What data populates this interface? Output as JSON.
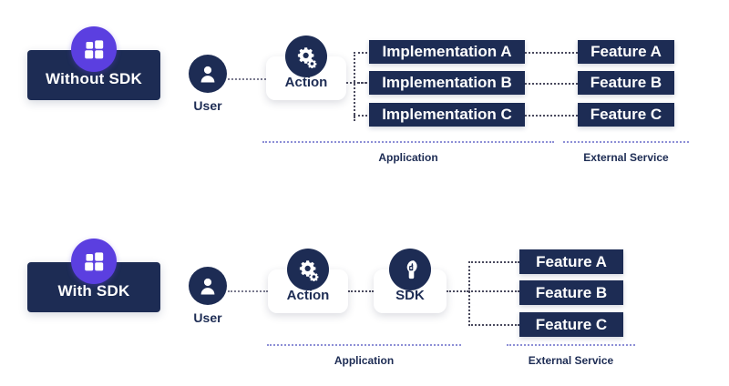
{
  "diagram": {
    "title_hidden": "",
    "colors": {
      "navy": "#1d2c54",
      "purple": "#5b3fe0",
      "white": "#ffffff",
      "dotted_zone": "#8d8fd6",
      "dotted_connector": "#4a4a5e"
    }
  },
  "sections": [
    {
      "id": "without-sdk",
      "banner_label": "Without SDK",
      "banner_icon": "grid-icon",
      "actor": {
        "label": "User",
        "icon": "user-icon"
      },
      "nodes": [
        {
          "id": "action",
          "label": "Action",
          "icon": "gears-icon"
        }
      ],
      "implementations": [
        "Implementation A",
        "Implementation B",
        "Implementation C"
      ],
      "features": [
        "Feature A",
        "Feature B",
        "Feature C"
      ],
      "zones": [
        {
          "id": "application",
          "label": "Application"
        },
        {
          "id": "external-service",
          "label": "External Service"
        }
      ]
    },
    {
      "id": "with-sdk",
      "banner_label": "With SDK",
      "banner_icon": "grid-icon",
      "actor": {
        "label": "User",
        "icon": "user-icon"
      },
      "nodes": [
        {
          "id": "action",
          "label": "Action",
          "icon": "gears-icon"
        },
        {
          "id": "sdk",
          "label": "SDK",
          "icon": "wrench-icon"
        }
      ],
      "implementations": [],
      "features": [
        "Feature A",
        "Feature B",
        "Feature C"
      ],
      "zones": [
        {
          "id": "application",
          "label": "Application"
        },
        {
          "id": "external-service",
          "label": "External Service"
        }
      ]
    }
  ]
}
